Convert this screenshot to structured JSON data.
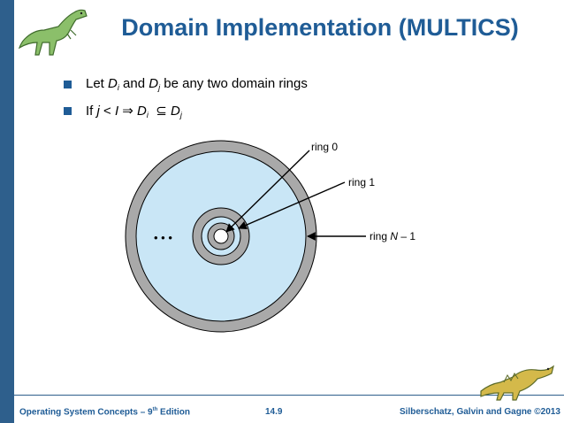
{
  "slide": {
    "title": "Domain Implementation (MULTICS)",
    "bullets": [
      {
        "p1": "Let ",
        "v1": "D",
        "s1": "i",
        "p2": " and ",
        "v2": "D",
        "s2": "j",
        "p3": " be any two domain rings"
      },
      {
        "p1": "If ",
        "v1": "j",
        "p2": " < ",
        "v2": "I",
        "p3": " ⇒ ",
        "v3": "D",
        "s3": "i",
        "p4": "  ⊆ ",
        "v4": "D",
        "s4": "j"
      }
    ]
  },
  "diagram": {
    "labels": {
      "ring0": "ring 0",
      "ring1": "ring 1",
      "ringN_prefix": "ring ",
      "ringN_var": "N",
      "ringN_suffix": " – 1",
      "ellipsis": "• • •"
    },
    "colors": {
      "gray": "#a9a9a9",
      "blue": "#c9e6f6",
      "outline": "#000000"
    }
  },
  "footer": {
    "left_prefix": "Operating System Concepts – 9",
    "left_sup": "th",
    "left_suffix": " Edition",
    "center": "14.9",
    "right": "Silberschatz, Galvin and Gagne ©2013"
  },
  "icons": {
    "top": "dinosaur-icon",
    "bottom": "dinosaur-icon"
  }
}
